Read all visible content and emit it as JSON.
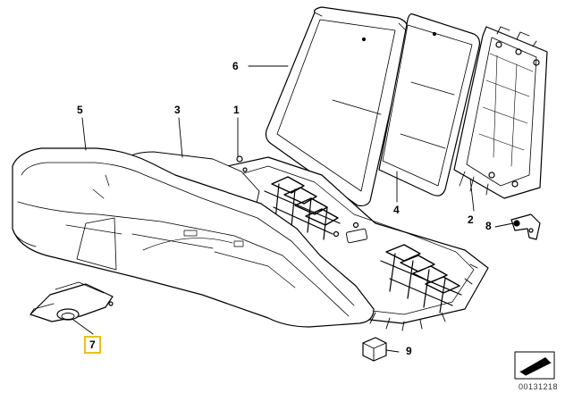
{
  "callouts": {
    "c1": "1",
    "c2": "2",
    "c3": "3",
    "c4": "4",
    "c5": "5",
    "c6": "6",
    "c7": "7",
    "c8": "8",
    "c9": "9"
  },
  "highlight_color": "#e8c21a",
  "diagram_id": "00131218",
  "corner_icon": "arrow-in-box-icon"
}
